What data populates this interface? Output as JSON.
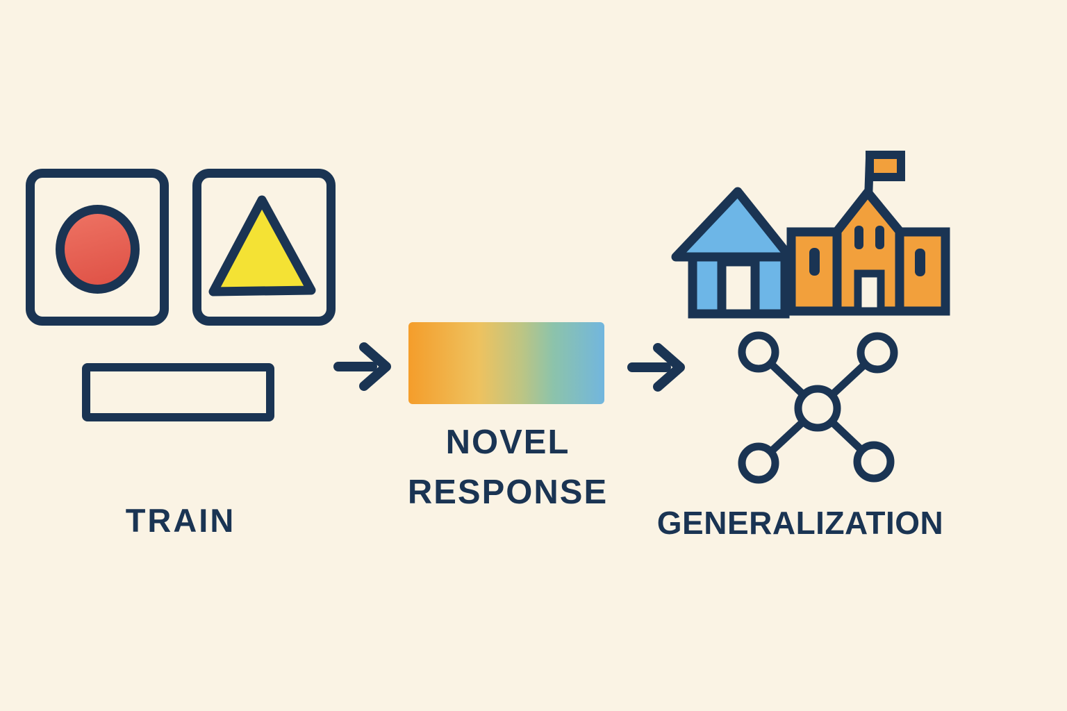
{
  "labels": {
    "train": "TRAIN",
    "novel_line1": "NOVEL",
    "novel_line2": "RESPONSE",
    "generalization": "GENERALIZATION"
  },
  "icons": {
    "train_stimulus_1": "red-circle-icon",
    "train_stimulus_2": "yellow-triangle-icon",
    "train_blank": "blank-rectangle-icon",
    "flow_arrow": "arrow-right-icon",
    "novel_response_box": "gradient-response-box",
    "generalization_house": "house-icon",
    "generalization_school": "school-icon",
    "generalization_network": "network-nodes-icon"
  },
  "colors": {
    "bg": "#faf3e4",
    "cream": "#faf3e4",
    "ink": "#1a3453",
    "red1": "#ec6f60",
    "red2": "#e05448",
    "yellow": "#f4e234",
    "blue": "#6db6e7",
    "orange": "#f2a03c",
    "g1": "#f49d2b",
    "g2": "#eec25f",
    "g3": "#bcc584",
    "g4": "#8cc3ab",
    "g5": "#72b6de"
  }
}
